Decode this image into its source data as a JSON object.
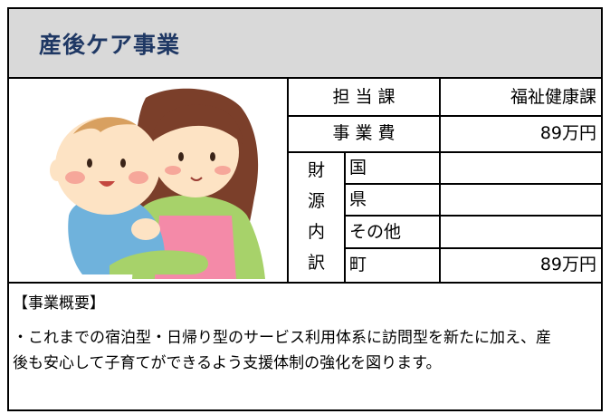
{
  "title": "産後ケア事業",
  "table": {
    "dept_label": "担 当 課",
    "dept_value": "福祉健康課",
    "cost_label": "事 業 費",
    "cost_value": "89万円",
    "source_label_chars": [
      "財",
      "源",
      "内",
      "訳"
    ],
    "sources": [
      {
        "name": "国",
        "amount": ""
      },
      {
        "name": "県",
        "amount": ""
      },
      {
        "name": "その他",
        "amount": ""
      },
      {
        "name": "町",
        "amount": "89万円"
      }
    ]
  },
  "overview": {
    "heading": "【事業概要】",
    "line1": "・これまでの宿泊型・日帰り型のサービス利用体系に訪問型を新たに加え、産",
    "line2": "後も安心して子育てができるよう支援体制の強化を図ります。"
  },
  "illustration": {
    "name": "mother-holding-baby",
    "colors": {
      "hair": "#7b3f2a",
      "skin": "#fde3c4",
      "cheek": "#f6a79a",
      "apron": "#f48aa8",
      "shirt": "#a7d26a",
      "baby_clothes": "#6fb2dc",
      "baby_hair": "#d8a060"
    }
  }
}
